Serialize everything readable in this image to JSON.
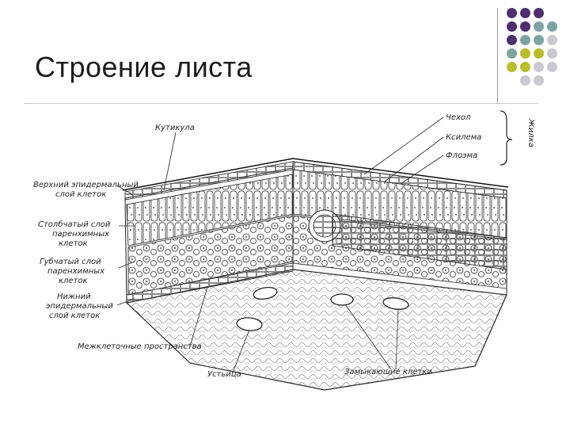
{
  "slide": {
    "title": "Строение листа"
  },
  "decor": {
    "colors": {
      "purple": "#4e2f6d",
      "teal": "#7fa3a3",
      "olive": "#b8be2c",
      "gray": "#c9c9cf"
    }
  },
  "diagram": {
    "labels": {
      "cuticle": "Кутикула",
      "upper_epidermis_1": "Верхний эпидермальный",
      "upper_epidermis_2": "слой клеток",
      "palisade_1": "Столбчатый слой",
      "palisade_2": "паренхимных",
      "palisade_3": "клеток",
      "spongy_1": "Губчатый слой",
      "spongy_2": "паренхимных",
      "spongy_3": "клеток",
      "lower_epidermis_1": "Нижний",
      "lower_epidermis_2": "эпидермальный",
      "lower_epidermis_3": "слой клеток",
      "intercellular": "Межклеточные пространства",
      "stomata": "Устьица",
      "guard_cells": "Замыкающие клетки",
      "sheath": "Чехол",
      "xylem": "Ксилема",
      "phloem": "Флоэма",
      "vein": "Жилка"
    }
  }
}
